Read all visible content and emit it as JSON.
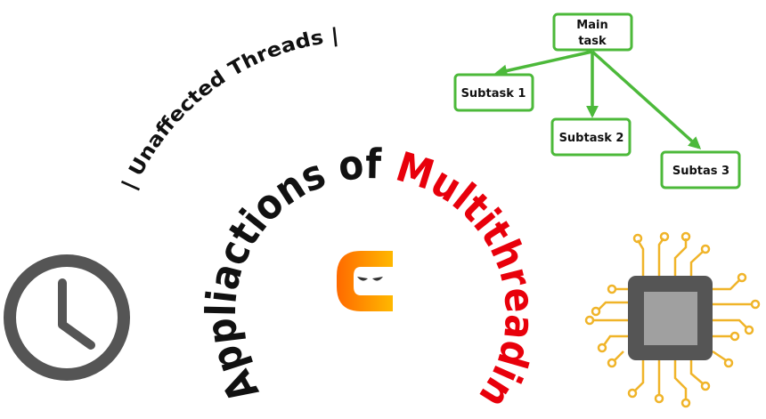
{
  "title": {
    "part1": "Appliactions of ",
    "part2": "Multithreading",
    "part1_color": "#111111",
    "part2_color": "#e8000b"
  },
  "subtitle": "| Unaffected Threads |",
  "tree": {
    "root_line1": "Main",
    "root_line2": "task",
    "children": [
      "Subtask 1",
      "Subtask 2",
      "Subtas 3"
    ],
    "color": "#4cb93a"
  },
  "icons": {
    "clock": "clock-icon",
    "logo": "ninja-c-logo",
    "cpu": "cpu-chip-icon"
  }
}
